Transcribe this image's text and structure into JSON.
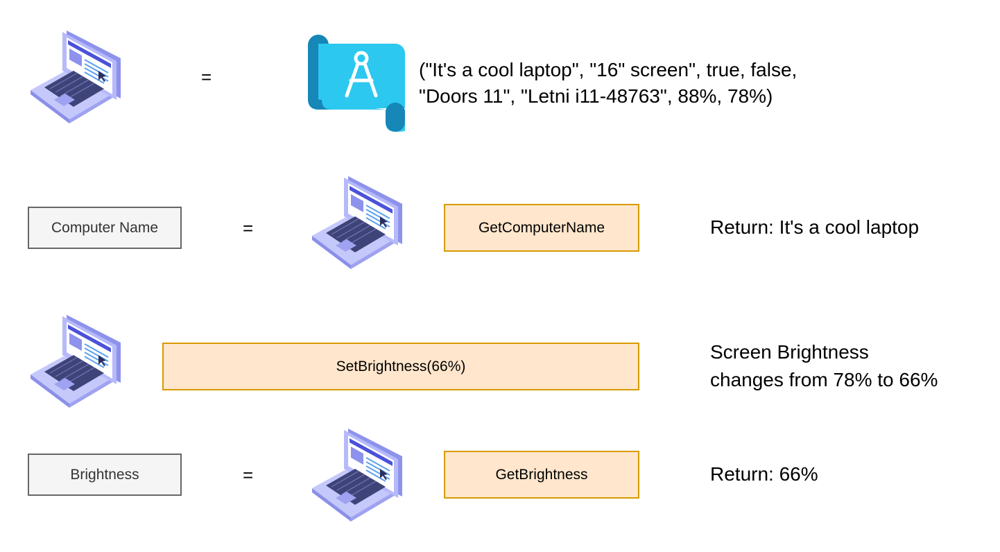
{
  "colors": {
    "method_fill": "#ffe6cc",
    "method_border": "#d79b00",
    "variable_fill": "#f5f5f5",
    "variable_border": "#666666",
    "laptop_body": "#a5a8f5",
    "blueprint_blue": "#2cc8ef"
  },
  "icons": {
    "laptop": "laptop-icon",
    "blueprint": "blueprint-icon"
  },
  "row1": {
    "equals": "=",
    "tuple_line1": "(\"It's a cool laptop\", \"16\" screen\", true, false,",
    "tuple_line2": "\"Doors 11\", \"Letni i11-48763\", 88%, 78%)"
  },
  "row2": {
    "variable": "Computer Name",
    "equals": "=",
    "method": "GetComputerName",
    "result": "Return: It's a cool laptop"
  },
  "row3": {
    "method": "SetBrightness(66%)",
    "result_line1": "Screen Brightness",
    "result_line2": "changes from 78% to 66%"
  },
  "row4": {
    "variable": "Brightness",
    "equals": "=",
    "method": "GetBrightness",
    "result": "Return: 66%"
  }
}
